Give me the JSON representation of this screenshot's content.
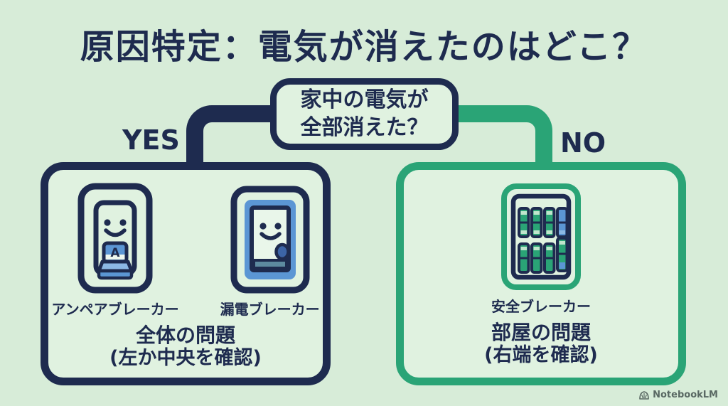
{
  "title": "原因特定：電気が消えたのはどこ？",
  "decision": {
    "line1": "家中の電気が",
    "line2": "全部消えた？"
  },
  "branches": {
    "yes": "YES",
    "no": "NO"
  },
  "left_box": {
    "ampere_letter": "A",
    "items": [
      {
        "label": "アンペアブレーカー",
        "icon": "ampere-breaker-icon"
      },
      {
        "label": "漏電ブレーカー",
        "icon": "leakage-breaker-icon"
      }
    ],
    "conclusion": "全体の問題",
    "hint": "(左か中央を確認)"
  },
  "right_box": {
    "items": [
      {
        "label": "安全ブレーカー",
        "icon": "safety-breaker-panel-icon"
      }
    ],
    "conclusion": "部屋の問題",
    "hint": "(右端を確認)"
  },
  "watermark": {
    "label": "NotebookLM"
  },
  "colors": {
    "background": "#d7ecd8",
    "navy": "#1e2b4f",
    "green": "#2aa476",
    "blue": "#5b96d4",
    "blue_light": "#8cb8e4",
    "blue_dark": "#3c64a6",
    "slate": "#5d8aa0",
    "panel": "#e0f2e0",
    "pale": "#bfe6cc",
    "watermark_text": "#44524f"
  }
}
